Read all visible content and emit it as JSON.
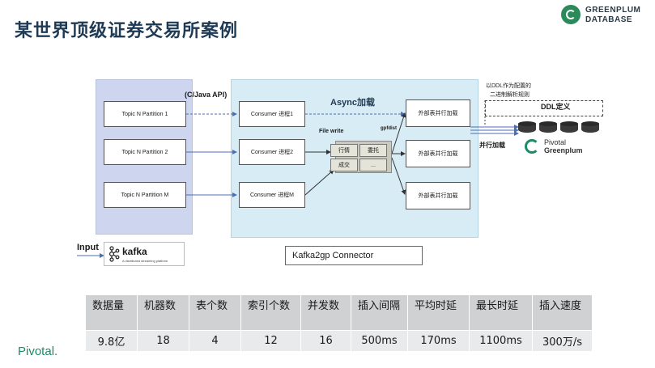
{
  "slide": {
    "title": "某世界顶级证券交易所案例"
  },
  "brand": {
    "greenplum_line1": "GREENPLUM",
    "greenplum_line2": "DATABASE",
    "pivotal": "Pivotal.",
    "pivotal_greenplum_line1": "Pivotal",
    "pivotal_greenplum_line2": "Greenplum"
  },
  "diagram": {
    "partitions": [
      "Topic N Partition 1",
      "Topic N Partition 2",
      "Topic N Partition M"
    ],
    "c_java_api": "(C/Java API)",
    "consumers": [
      "Consumer 进程1",
      "Consumer 进程2",
      "Consumer 进程M"
    ],
    "async_label": "Async加载",
    "file_write": "File write",
    "gpfdist": "gpfdist",
    "file_cells": [
      "行情",
      "委托",
      "成交",
      "..."
    ],
    "external_loads": [
      "外部表并行加载",
      "外部表并行加载",
      "外部表并行加载"
    ],
    "input_label": "Input",
    "kafka_word": "kafka",
    "kafka_tagline": "A distributed streaming platform",
    "connector_name": "Kafka2gp Connector",
    "ddl_note_line1": "以DDL作为配置的",
    "ddl_note_line2": "二进制解析规则",
    "ddl_label": "DDL定义",
    "parallel_load": "并行加载",
    "accent_colors": {
      "kafka_panel": "#cdd5ef",
      "connector_panel": "#d7ecf5",
      "arrow": "#4a6fb5"
    }
  },
  "table": {
    "headers": [
      "数据量",
      "机器数",
      "表个数",
      "索引个数",
      "并发数",
      "插入间隔",
      "平均时延",
      "最长时延",
      "插入速度"
    ],
    "rows": [
      [
        "9.8亿",
        "18",
        "4",
        "12",
        "16",
        "500ms",
        "170ms",
        "1100ms",
        "300万/s"
      ]
    ]
  }
}
